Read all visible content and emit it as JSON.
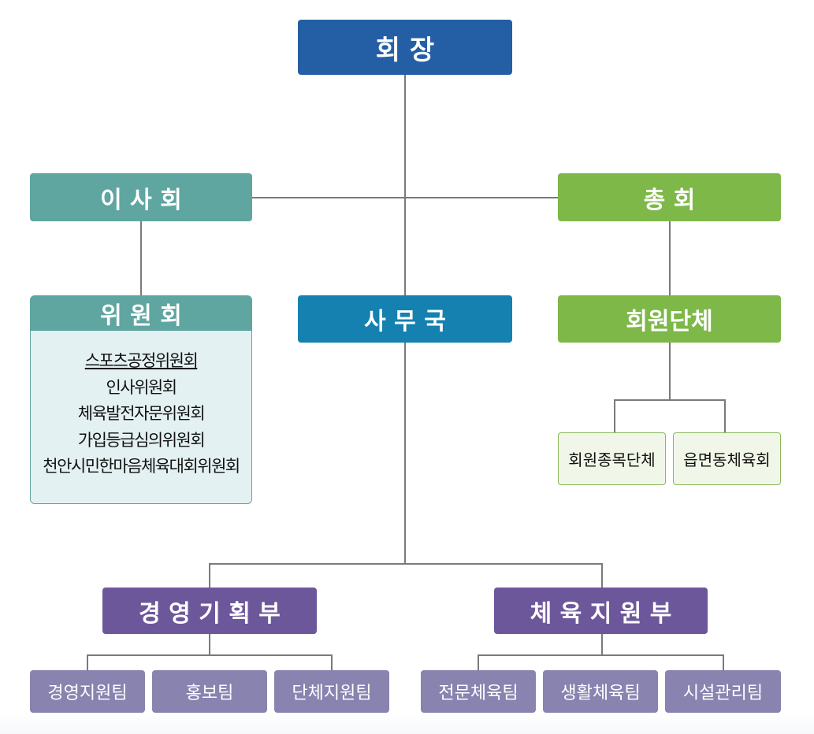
{
  "colors": {
    "blue": "#245fa6",
    "teal": "#5fa5a0",
    "green": "#7db848",
    "sky": "#1481b0",
    "purple": "#6d579b",
    "team": "#8983b0"
  },
  "chairman": "회 장",
  "board": "이 사 회",
  "general_assembly": "총 회",
  "committee": {
    "title": "위 원 회",
    "items": [
      "스포츠공정위원회",
      "인사위원회",
      "체육발전자문위원회",
      "가입등급심의위원회",
      "천안시민한마음체육대회위원회"
    ]
  },
  "secretariat": "사 무 국",
  "member_orgs": {
    "title": "회원단체",
    "children": [
      "회원종목단체",
      "읍면동체육회"
    ]
  },
  "departments": [
    {
      "title": "경 영 기 획 부",
      "teams": [
        "경영지원팀",
        "홍보팀",
        "단체지원팀"
      ]
    },
    {
      "title": "체 육 지 원 부",
      "teams": [
        "전문체육팀",
        "생활체육팀",
        "시설관리팀"
      ]
    }
  ]
}
